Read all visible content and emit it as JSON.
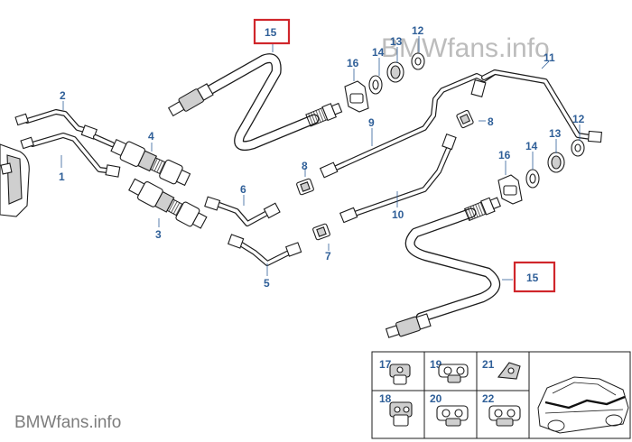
{
  "watermarks": {
    "top": "BMWfans.info",
    "bottom": "BMWfans.info"
  },
  "callouts": {
    "c1": "1",
    "c2": "2",
    "c3": "3",
    "c4": "4",
    "c5": "5",
    "c6": "6",
    "c7": "7",
    "c8a": "8",
    "c8b": "8",
    "c9": "9",
    "c10": "10",
    "c11": "11",
    "c12a": "12",
    "c12b": "12",
    "c13a": "13",
    "c13b": "13",
    "c14a": "14",
    "c14b": "14",
    "c15a": "15",
    "c15b": "15",
    "c16a": "16",
    "c16b": "16"
  },
  "inset": {
    "clips": [
      "17",
      "18",
      "19",
      "20",
      "21",
      "22"
    ]
  },
  "colors": {
    "callout": "#2f5f98",
    "highlight": "#d0262b",
    "line": "#1c1c1c",
    "watermark": "#bcbcbc"
  },
  "highlighted_parts": [
    "15"
  ]
}
